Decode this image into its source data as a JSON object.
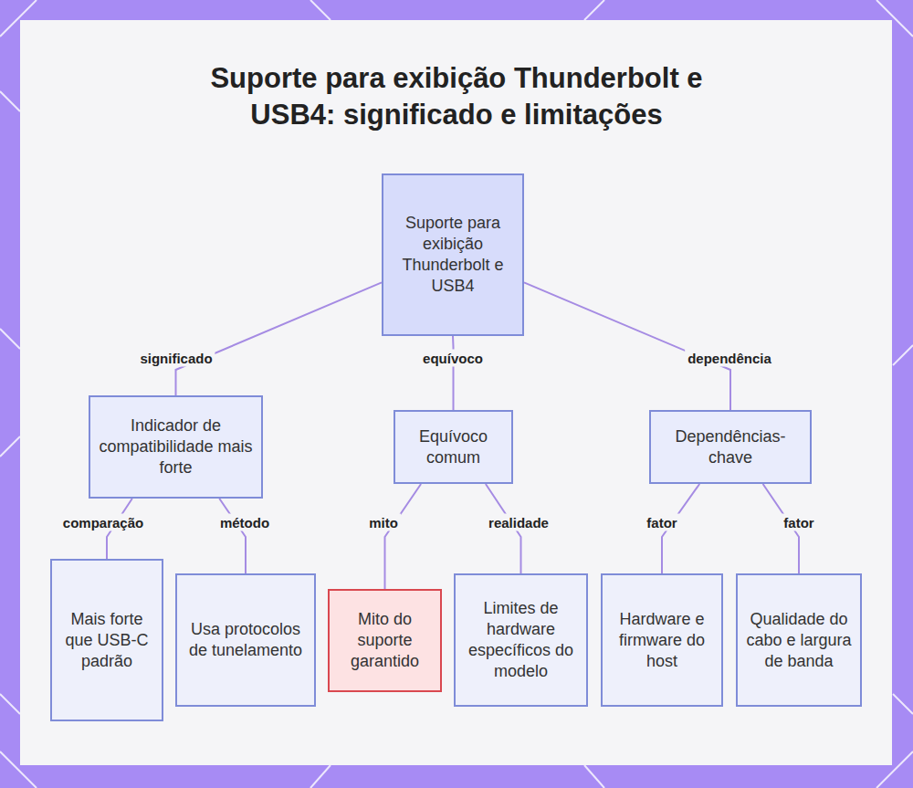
{
  "diagram": {
    "title": "Suporte para exibição Thunderbolt e USB4: significado e limitações",
    "nodes": [
      {
        "text": [
          "Suporte para exibição Thunderbolt e USB4"
        ]
      },
      {
        "text": [
          "Indicador de compatibilidade mais forte"
        ]
      },
      {
        "text": [
          "Equívoco comum"
        ]
      },
      {
        "text": [
          "Dependências-chave"
        ]
      },
      {
        "text": [
          "Mais forte que USB-C padrão"
        ]
      },
      {
        "text": [
          "Usa protocolos de tunelamento"
        ]
      },
      {
        "text": [
          "Mito do suporte garantido"
        ]
      },
      {
        "text": [
          "Limites de hardware específicos do modelo"
        ]
      },
      {
        "text": [
          "Hardware e firmware do host"
        ]
      },
      {
        "text": [
          "Qualidade do cabo e largura de banda"
        ]
      }
    ],
    "edges": [
      {
        "from": 0,
        "to": 1,
        "label": "significado",
        "arrow": "none"
      },
      {
        "from": 0,
        "to": 2,
        "label": "equívoco",
        "arrow": "none"
      },
      {
        "from": 0,
        "to": 3,
        "label": "dependência",
        "arrow": "none"
      },
      {
        "from": 1,
        "to": 4,
        "label": "comparação",
        "arrow": "none"
      },
      {
        "from": 1,
        "to": 5,
        "label": "método",
        "arrow": "none"
      },
      {
        "from": 2,
        "to": 6,
        "label": "mito",
        "arrow": "none"
      },
      {
        "from": 2,
        "to": 7,
        "label": "realidade",
        "arrow": "none"
      },
      {
        "from": 3,
        "to": 8,
        "label": "fator",
        "arrow": "none"
      },
      {
        "from": 3,
        "to": 9,
        "label": "fator",
        "arrow": "none"
      }
    ]
  }
}
